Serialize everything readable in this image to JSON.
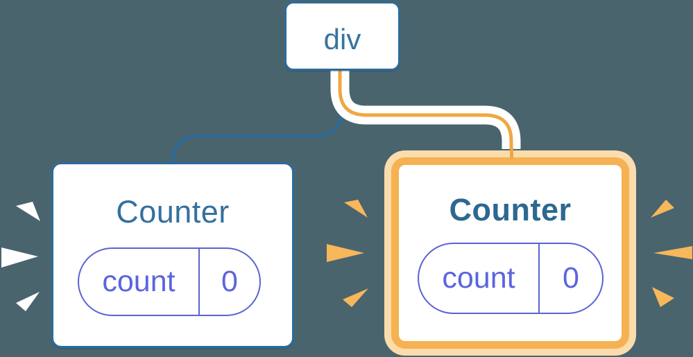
{
  "tree": {
    "root": {
      "label": "div"
    },
    "children": [
      {
        "title": "Counter",
        "state_key": "count",
        "state_value": "0",
        "highlighted": false
      },
      {
        "title": "Counter",
        "state_key": "count",
        "state_value": "0",
        "highlighted": true
      }
    ]
  },
  "colors": {
    "background": "#4a646e",
    "tree_blue": "#2b6c9c",
    "title_blue": "#33719f",
    "title_blue_dark": "#2d6890",
    "state_indigo": "#5b65dd",
    "pill_border_indigo": "#5a63d4",
    "highlight_orange": "#f5b152",
    "highlight_orange_pale": "#fbdcac",
    "edge_orange": "#f0a742",
    "spark_orange": "#f7b75b",
    "spark_white": "#ffffff",
    "card_background": "#ffffff"
  }
}
